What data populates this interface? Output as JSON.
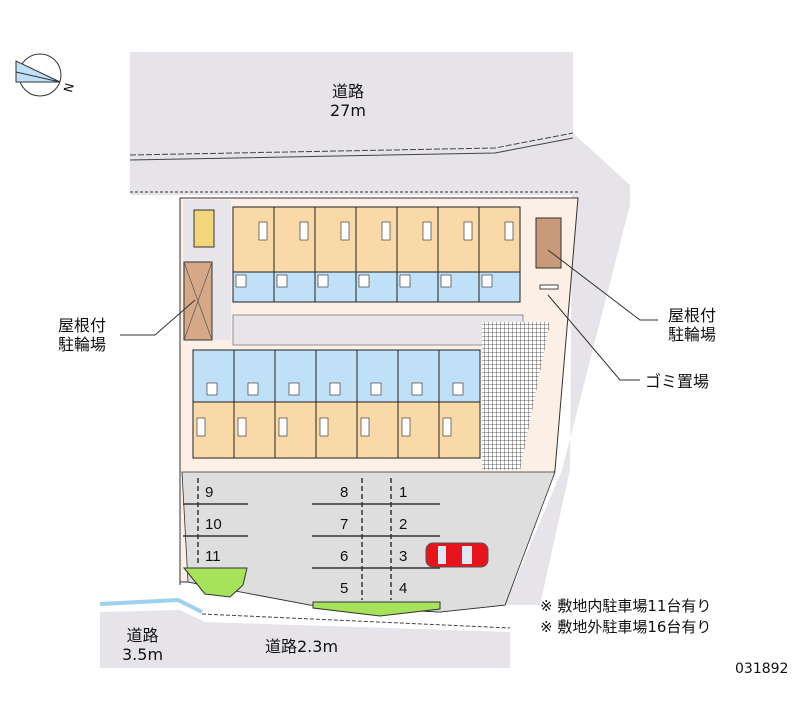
{
  "compass": {
    "icon": "north-arrow-icon",
    "label": "N"
  },
  "roads": {
    "top": {
      "name": "道路",
      "width": "27m"
    },
    "left_bottom": {
      "name": "道路",
      "width": "3.5m"
    },
    "bottom": {
      "label": "道路2.3m"
    }
  },
  "callouts": {
    "left_bicycle": {
      "line1": "屋根付",
      "line2": "駐輪場"
    },
    "right_bicycle": {
      "line1": "屋根付",
      "line2": "駐輪場"
    },
    "garbage": "ゴミ置場"
  },
  "building": {
    "units_per_row": 7,
    "rows": 2
  },
  "parking": {
    "left_spaces": [
      "9",
      "10",
      "11"
    ],
    "center_left_spaces": [
      "8",
      "7",
      "6",
      "5"
    ],
    "center_right_spaces": [
      "1",
      "2",
      "3",
      "4"
    ]
  },
  "notes": [
    "※ 敷地内駐車場11台有り",
    "※ 敷地外駐車場16台有り"
  ],
  "map_code": "031892",
  "colors": {
    "road": "#e6e4e9",
    "unit_room": "#f9d9a7",
    "unit_wet": "#bfe0f7",
    "bike_shed": "#d6a887",
    "green": "#a6e35a",
    "car": "#e8141c"
  }
}
